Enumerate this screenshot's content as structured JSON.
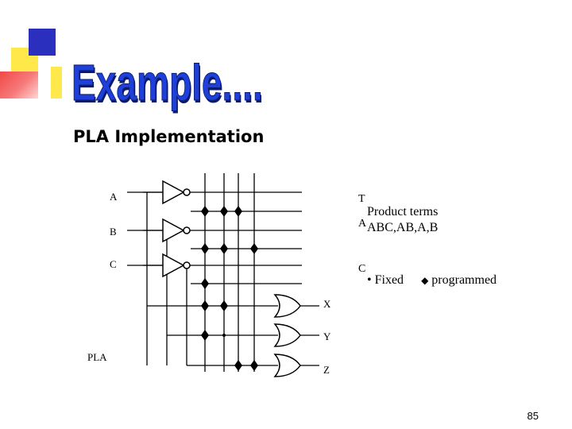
{
  "slide": {
    "title": "Example....",
    "subtitle": "PLA Implementation",
    "page_number": "85"
  },
  "diagram": {
    "inputs": [
      "A",
      "B",
      "C"
    ],
    "outputs": [
      "X",
      "Y",
      "Z"
    ],
    "block_label": "PLA",
    "product_terms_heading": "Product terms",
    "product_terms_list": "ABC,AB,A,B",
    "legend_fixed": "Fixed",
    "legend_programmed": "programmed",
    "fixed_symbol": "•",
    "programmed_symbol": "◆",
    "overlap_fragment_1": "T",
    "overlap_fragment_2": "A",
    "overlap_fragment_3": "C"
  },
  "colors": {
    "title_blue": "#1e3fd8",
    "title_shadow": "#0b1a6b",
    "deco_blue": "#2a2fbd",
    "deco_yellow": "#ffe94a",
    "deco_red": "#f04848"
  }
}
